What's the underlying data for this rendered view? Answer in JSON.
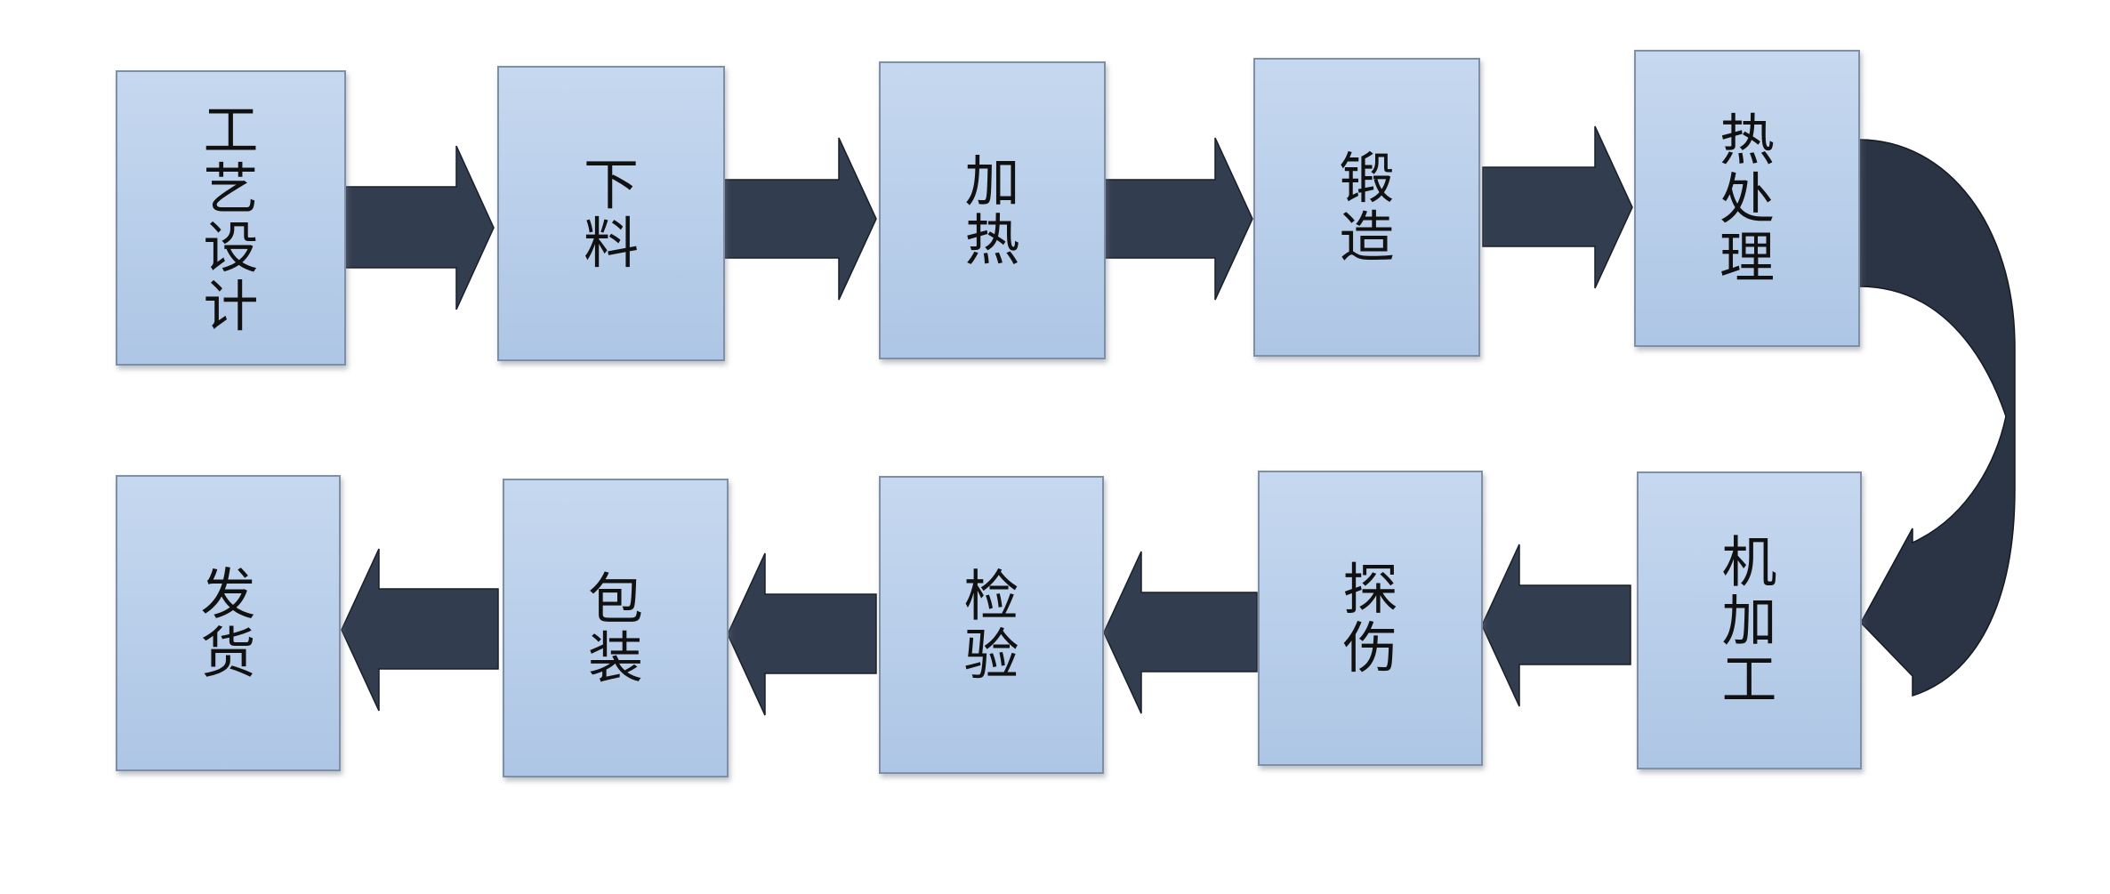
{
  "steps": [
    {
      "id": "process-design",
      "label": "工艺设计"
    },
    {
      "id": "blanking",
      "label": "下料"
    },
    {
      "id": "heating",
      "label": "加热"
    },
    {
      "id": "forging",
      "label": "锻造"
    },
    {
      "id": "heat-treatment",
      "label": "热处理"
    },
    {
      "id": "machining",
      "label": "机加工"
    },
    {
      "id": "flaw-detection",
      "label": "探伤"
    },
    {
      "id": "inspection",
      "label": "检验"
    },
    {
      "id": "packaging",
      "label": "包装"
    },
    {
      "id": "shipping",
      "label": "发货"
    }
  ],
  "colors": {
    "box_fill_top": "#c3d6ee",
    "box_fill_bottom": "#b3cbe8",
    "arrow_fill": "#323d4f",
    "curve_fill": "#2b3444"
  }
}
